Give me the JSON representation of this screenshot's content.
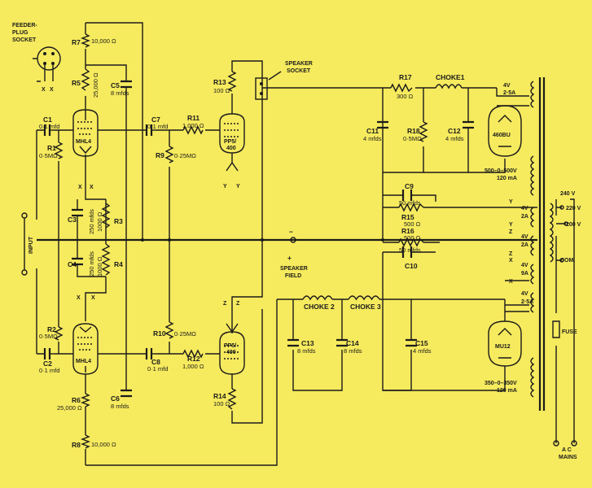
{
  "colors": {
    "background": "#f6ea5e",
    "ink": "#1b1b1b"
  },
  "labels": {
    "feeder_1": "FEEDER-",
    "feeder_2": "PLUG",
    "feeder_3": "SOCKET",
    "input": "INPUT",
    "speaker_socket_1": "SPEAKER",
    "speaker_socket_2": "SOCKET",
    "speaker_field_1": "SPEAKER",
    "speaker_field_2": "FIELD",
    "ac_mains_1": "A C",
    "ac_mains_2": "MAINS",
    "fuse": "FUSE",
    "com": "COM.",
    "tap_240": "240 V",
    "tap_220": "220 V",
    "tap_200": "200 V"
  },
  "components": {
    "r7": {
      "ref": "R7",
      "value": "10,000 Ω"
    },
    "r5": {
      "ref": "R5",
      "value": "25,000 Ω"
    },
    "c5": {
      "ref": "C5",
      "value": "8 mfds"
    },
    "c1": {
      "ref": "C1",
      "value": "0·1 mfd"
    },
    "r1": {
      "ref": "R1",
      "value": "0·5MΩ"
    },
    "c3": {
      "ref": "C3",
      "value": "250 mfds"
    },
    "r3": {
      "ref": "R3",
      "value": "1000 Ω"
    },
    "c4": {
      "ref": "C4",
      "value": "250 mfds"
    },
    "r4": {
      "ref": "R4",
      "value": "1000 Ω"
    },
    "r2": {
      "ref": "R2",
      "value": "0·5MΩ"
    },
    "c2": {
      "ref": "C2",
      "value": "0·1 mfd"
    },
    "r6": {
      "ref": "R6",
      "value": "25,000 Ω"
    },
    "c6": {
      "ref": "C6",
      "value": "8 mfds"
    },
    "r8": {
      "ref": "R8",
      "value": "10,000 Ω"
    },
    "c7": {
      "ref": "C7",
      "value": "0·1 mfd"
    },
    "r11": {
      "ref": "R11",
      "value": "1,000 Ω"
    },
    "r9": {
      "ref": "R9",
      "value": "0·25MΩ"
    },
    "r10": {
      "ref": "R10",
      "value": "0·25MΩ"
    },
    "c8": {
      "ref": "C8",
      "value": "0·1 mfd"
    },
    "r12": {
      "ref": "R12",
      "value": "1,000 Ω"
    },
    "r13": {
      "ref": "R13",
      "value": "100 Ω"
    },
    "r14": {
      "ref": "R14",
      "value": "100 Ω"
    },
    "r17": {
      "ref": "R17",
      "value": "300 Ω"
    },
    "choke1": {
      "ref": "CHOKE1"
    },
    "c11": {
      "ref": "C11",
      "value": "4 mfds"
    },
    "r18": {
      "ref": "R18",
      "value": "0·5MΩ"
    },
    "c12": {
      "ref": "C12",
      "value": "4 mfds"
    },
    "c9": {
      "ref": "C9",
      "value": "50 mfds"
    },
    "r15": {
      "ref": "R15",
      "value": "500 Ω"
    },
    "r16": {
      "ref": "R16",
      "value": "500 Ω"
    },
    "c10": {
      "ref": "C10",
      "value": "50 mfds"
    },
    "choke2": {
      "ref": "CHOKE 2"
    },
    "choke3": {
      "ref": "CHOKE 3"
    },
    "c13": {
      "ref": "C13",
      "value": "8 mfds"
    },
    "c14": {
      "ref": "C14",
      "value": "8 mfds"
    },
    "c15": {
      "ref": "C15",
      "value": "4 mfds"
    }
  },
  "tubes": {
    "v1": "MHL4",
    "v2": "MHL4",
    "v3": "PP5/",
    "v3b": "400",
    "v4": "PP5/",
    "v4b": "400",
    "v5": "460BU",
    "v6": "MU12"
  },
  "transformer": {
    "w1_v": "4V",
    "w1_a": "2·5A",
    "hv1_v": "500–0–500V",
    "hv1_a": "120 mA",
    "w3_v": "4V",
    "w3_a": "2A",
    "w4_v": "4V",
    "w4_a": "2A",
    "w5_v": "4V",
    "w5_a": "9A",
    "w6_v": "4V",
    "w6_a": "2·5A",
    "hv2_v": "350–0–350V",
    "hv2_a": "120 mA"
  },
  "terminals": {
    "x": "X",
    "y": "Y",
    "z": "Z",
    "plus": "+",
    "minus": "−"
  }
}
